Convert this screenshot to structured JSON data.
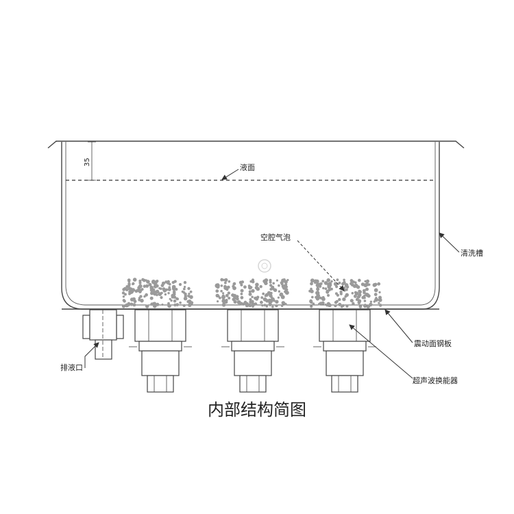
{
  "diagram": {
    "caption": "内部结构简图",
    "dimension_label": "35",
    "labels": {
      "liquid_surface": "液面",
      "cavitation_bubbles": "空腔气泡",
      "cleaning_tank": "清洗槽",
      "vibration_plate": "震动面钢板",
      "drain_outlet": "排液口",
      "transducer": "超声波换能器"
    },
    "transducer_count": 3,
    "colors": {
      "line": "#444444",
      "bubble": "#9a9a9a",
      "text": "#222222",
      "background": "#ffffff"
    }
  }
}
